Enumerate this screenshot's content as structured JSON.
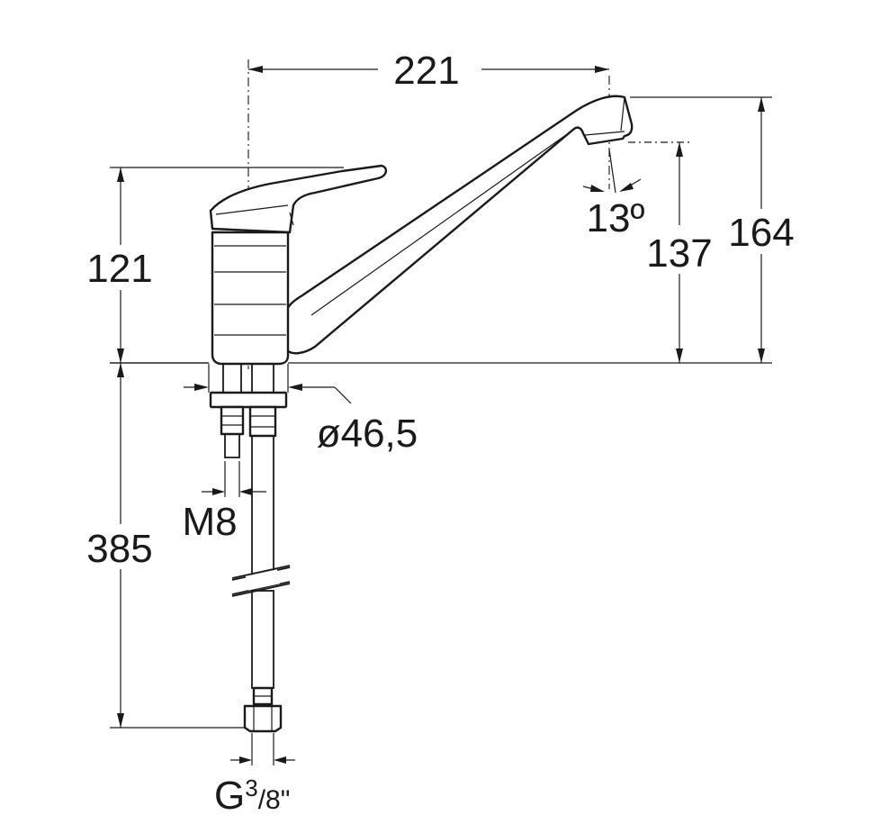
{
  "dimensions": {
    "spout_reach": "221",
    "body_height": "121",
    "outlet_height": "137",
    "total_height": "164",
    "spout_angle": "13º",
    "mount_diameter": "ø46,5",
    "stud_thread": "M8",
    "hose_length": "385",
    "connection_thread_prefix": "G",
    "connection_thread_num": "3",
    "connection_thread_den": "/8\""
  },
  "colors": {
    "line": "#1a1a1a",
    "background": "#ffffff"
  }
}
